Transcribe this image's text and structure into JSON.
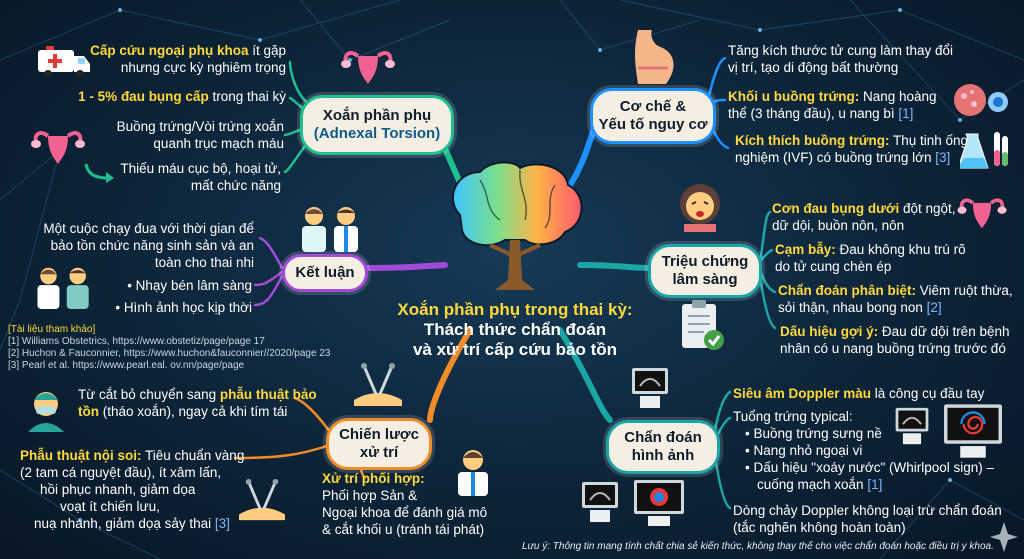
{
  "center": {
    "line1": "Xoắn phần phụ trong thai kỳ:",
    "line2": "Thách thức chẩn đoán",
    "line3": "và xử trí cấp cứu bảo tồn"
  },
  "nodes": {
    "adnexal": {
      "title": "Xoắn phần phụ",
      "subtitle": "(Adnexal Torsion)"
    },
    "mechanism": {
      "line1": "Cơ chế &",
      "line2": "Yếu tố nguy cơ"
    },
    "symptoms": {
      "line1": "Triệu chứng",
      "line2": "lâm sàng"
    },
    "imaging": {
      "line1": "Chẩn đoán",
      "line2": "hình ảnh"
    },
    "strategy": {
      "line1": "Chiến lược",
      "line2": "xử trí"
    },
    "conclusion": {
      "title": "Kết luận"
    }
  },
  "adnexal": {
    "item1_hl": "Cấp cứu ngoại phụ khoa",
    "item1_rest": " ít gặp",
    "item1_line2": "nhưng cực kỳ nghiêm trọng",
    "item2_hl": "1 - 5% đau bụng cấp",
    "item2_rest": " trong thai kỳ",
    "item3_line1": "Buồng trứng/Vòi trứng xoắn",
    "item3_line2": "quanh trục mạch máu",
    "item4_line1": "Thiếu máu cục bộ, hoại tử,",
    "item4_line2": "mất chức năng"
  },
  "mechanism": {
    "item1_line1": "Tăng kích thước tử cung làm thay đổi",
    "item1_line2": "vị trí, tạo di động bất thường",
    "item2_hl": "Khối u buồng trứng:",
    "item2_rest": " Nang hoàng",
    "item2_line2": "thể (3 tháng đầu), u nang bì ",
    "item2_ref": "[1]",
    "item3_hl": "Kích thích buồng trứng:",
    "item3_rest": " Thụ tinh ống",
    "item3_line2": "nghiệm (IVF) có buồng trứng lớn ",
    "item3_ref": "[3]"
  },
  "symptoms": {
    "item1_hl": "Cơn đau bụng dưới",
    "item1_rest": " đột ngột,",
    "item1_line2": "dữ dội, buồn nôn, nôn",
    "item2_hl": "Cạm bẫy:",
    "item2_rest": " Đau không khu trú rõ",
    "item2_line2": "do tử cung chèn ép",
    "item3_hl": "Chẩn đoán phân biệt:",
    "item3_rest": " Viêm ruột thừa,",
    "item3_line2": "sỏi thận, nhau bong non ",
    "item3_ref": "[2]",
    "item4_hl": "Dấu hiệu gợi ý:",
    "item4_rest": " Đau dữ dội trên bệnh",
    "item4_line2": "nhân có u nang buồng trứng trước đó"
  },
  "imaging": {
    "item1_hl": "Siêu âm Doppler màu",
    "item1_rest": " là công cụ đầu tay",
    "item2_title": "Tuổng trứng typical:",
    "bullets": [
      "Buồng trứng sưng nề",
      "Nang nhỏ ngoại vi",
      "Dấu hiệu \"xoáy nước\" (Whirlpool sign) –"
    ],
    "bullet3_line2": "cuống mạch xoắn ",
    "bullet3_ref": "[1]",
    "item3_line1": "Dòng chảy Doppler không loại trừ chẩn đoán",
    "item3_line2": "(tắc nghẽn không hoàn toàn)"
  },
  "strategy": {
    "item1_pre": "Từ cắt bỏ chuyển sang ",
    "item1_hl": "phẫu thuật bảo",
    "item1_hl2": "tồn",
    "item1_rest": " (tháo xoắn), ngay cả khi tím tái",
    "item2_hl": "Phẫu thuật nội soi:",
    "item2_rest": " Tiêu chuẩn vàng",
    "item2_line2": "(2 tam cá nguyệt đầu), ít xâm lấn,",
    "item2_line3": "hồi phục nhanh, giảm dọa",
    "item2_line4": "voạt ít chiến lưu,",
    "item2_line5": "nuạ nhanh, giảm dọạ sảy thai ",
    "item2_ref": "[3]",
    "item3_hl": "Xử trí phối hợp:",
    "item3_line2": "Phối hợp Sản &",
    "item3_line3": "Ngoại khoa để đánh giá mô",
    "item3_line4": "& cắt khối u (tránh tái phát)"
  },
  "conclusion": {
    "para_line1": "Một cuộc chạy đua với thời gian để",
    "para_line2": "bảo tồn chức năng sinh sản và an",
    "para_line3": "toàn cho thai nhi",
    "bullet1": "Nhạy bén lâm sàng",
    "bullet2": "Hình ảnh học kịp thời"
  },
  "references": {
    "title": "[Tài liệu tham khảo]",
    "ref1": "[1] Williams Obstetrics, https://www.obstetiz/page/page 17",
    "ref2": "[2] Huchon & Fauconnier, https://www.huchon&fauconnier//2020/page 23",
    "ref3": "[3] Pearl et al. https://www.pearl.eal. ov.nn/page/page"
  },
  "footnote": "Lưu ý: Thông tin mang tính chất chia sẻ kiến thức, không thay thế cho việc chẩn đoán hoặc điều trị y khoa.",
  "colors": {
    "background": "#0d2438",
    "highlight": "#ffd93b",
    "reference": "#7fb6ff",
    "branch_purple": "#a14bd8",
    "branch_blue": "#1e90ff",
    "branch_green": "#1fbf8f",
    "branch_orange": "#f28c28",
    "branch_teal": "#1aa6a6",
    "node_fill": "#f4efe2"
  },
  "icons": [
    "ambulance-icon",
    "uterus-icon",
    "pregnant-belly-icon",
    "cyst-icon",
    "test-tubes-icon",
    "crying-woman-icon",
    "clipboard-check-icon",
    "ultrasound-monitor-icon",
    "doppler-screen-icon",
    "doctors-icon",
    "surgeon-icon",
    "laparoscopy-icon",
    "brain-tree-icon"
  ]
}
